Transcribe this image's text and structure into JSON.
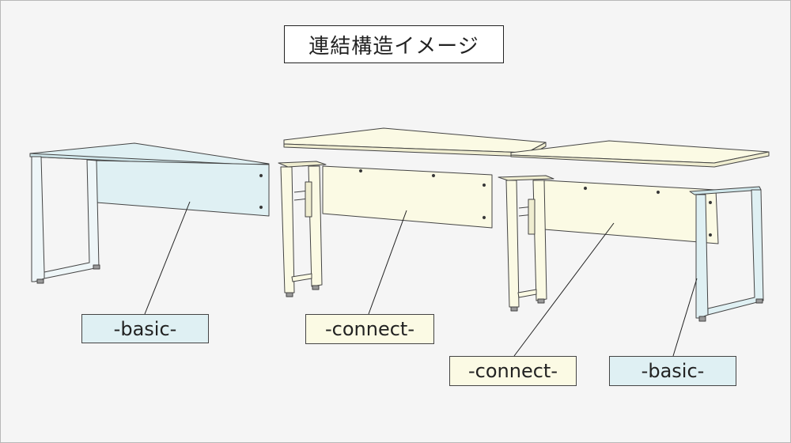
{
  "title": "連結構造イメージ",
  "colors": {
    "basic_fill": "#dff0f3",
    "connect_fill": "#fbfae4",
    "line": "#444444",
    "background": "#f5f5f5"
  },
  "labels": {
    "basic_1": "-basic-",
    "connect_1": "-connect-",
    "connect_2": "-connect-",
    "basic_2": "-basic-"
  },
  "desks": [
    {
      "type": "basic",
      "label_key": "basic_1"
    },
    {
      "type": "connect",
      "label_key": "connect_1"
    },
    {
      "type": "connect",
      "label_key": "connect_2"
    },
    {
      "type": "basic",
      "label_key": "basic_2"
    }
  ]
}
